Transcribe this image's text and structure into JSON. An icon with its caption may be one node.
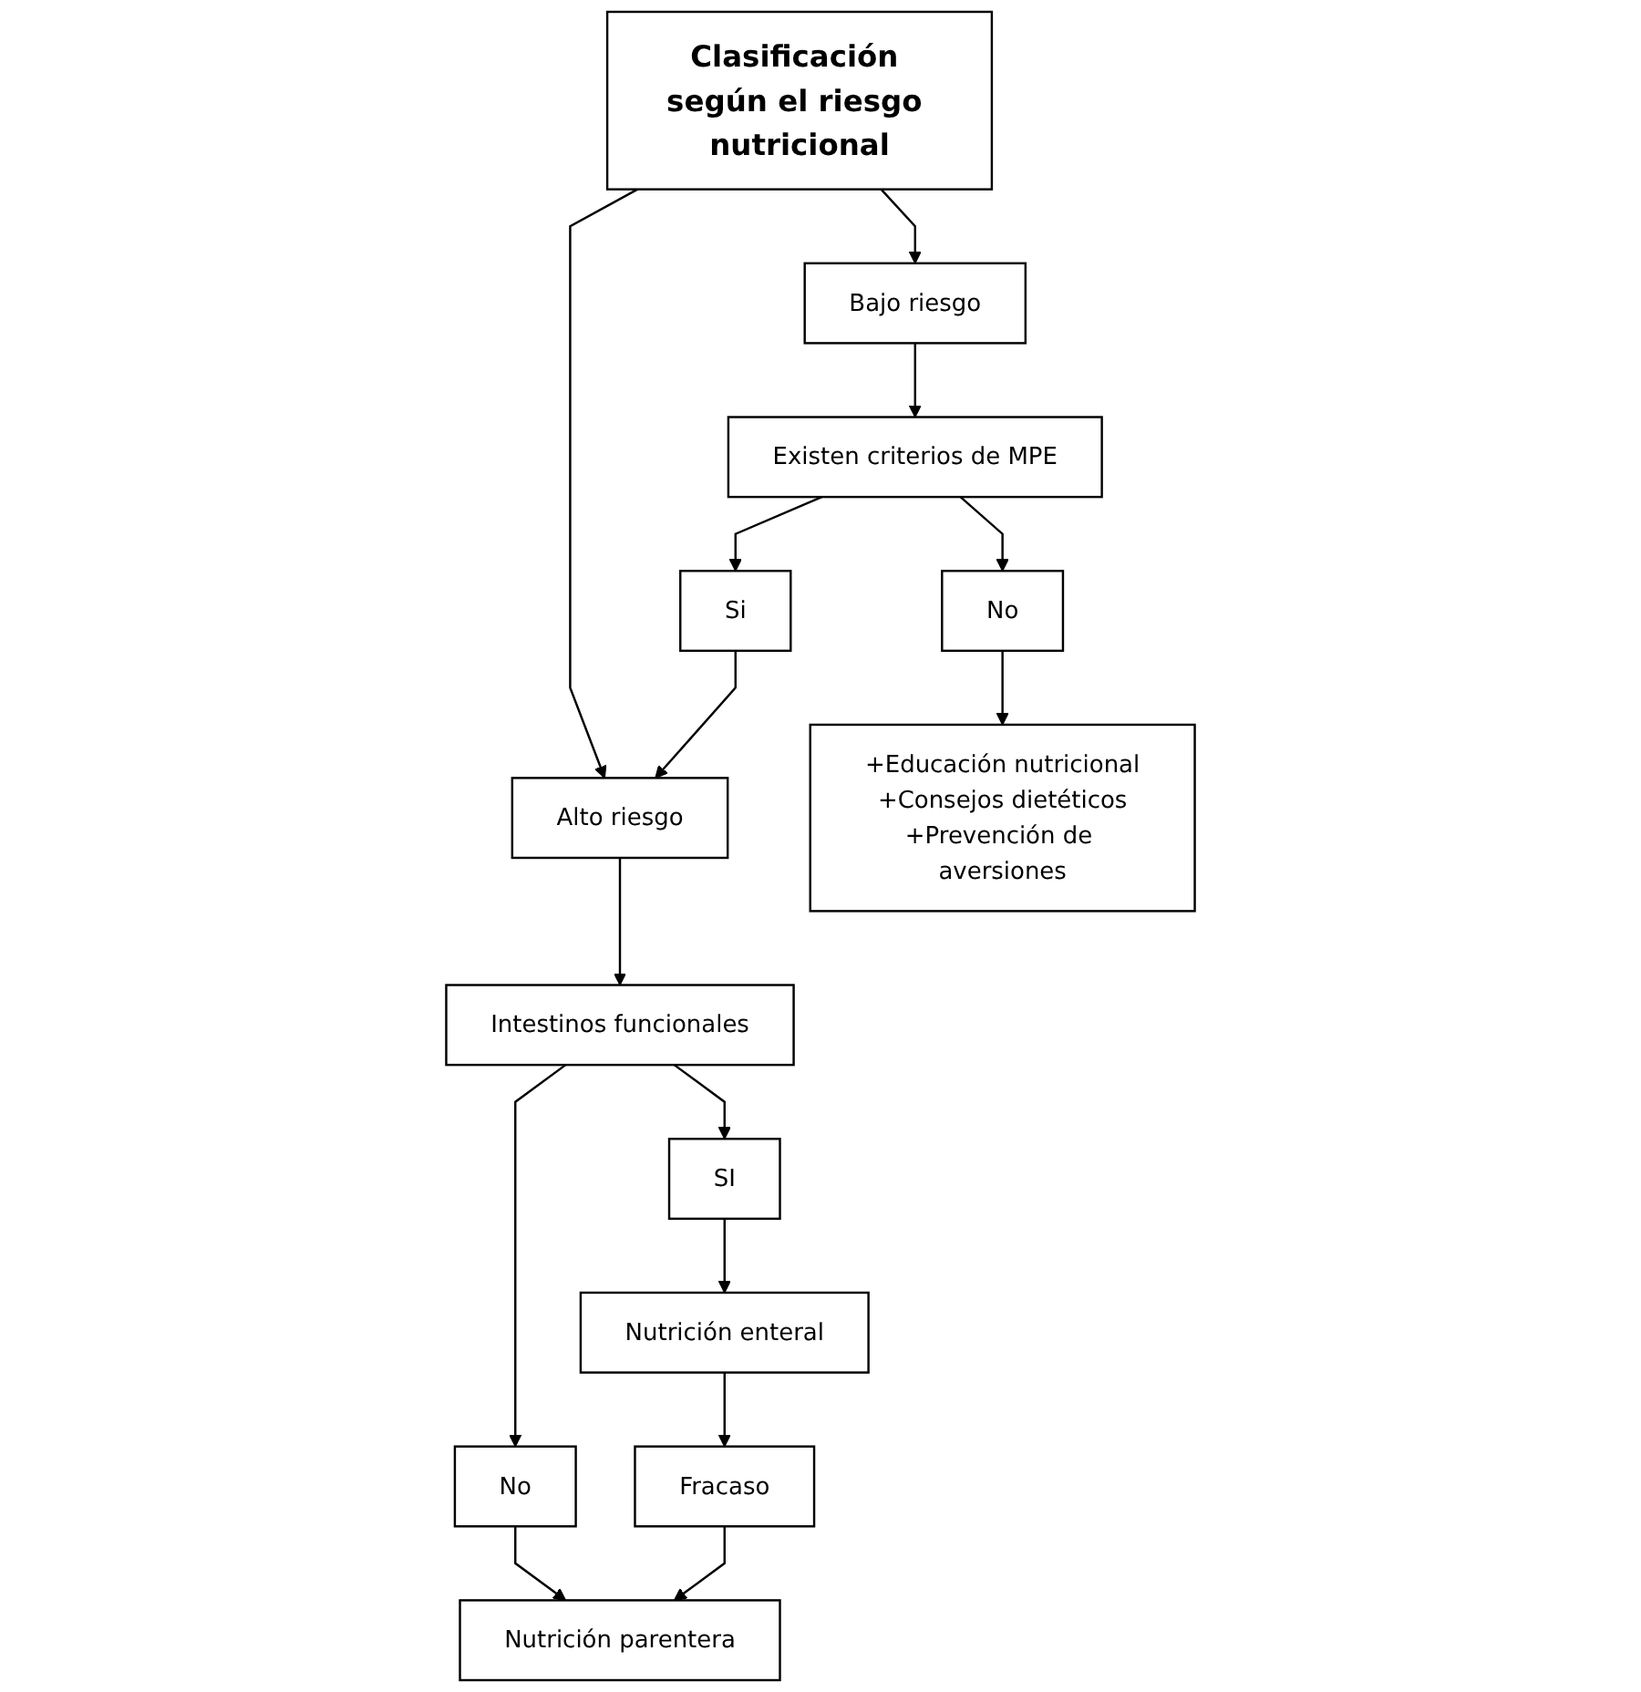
{
  "diagram": {
    "nodes": [
      {
        "text": [
          "Clasificación según el riesgo nutricional"
        ]
      },
      {
        "text": [
          "Alto riesgo"
        ]
      },
      {
        "text": [
          "Bajo riesgo"
        ]
      },
      {
        "text": [
          "Intestinos funcionales"
        ]
      },
      {
        "text": [
          "Existen criterios de MPE"
        ]
      },
      {
        "text": [
          "SI"
        ]
      },
      {
        "text": [
          "No"
        ]
      },
      {
        "text": [
          "Si"
        ]
      },
      {
        "text": [
          "No"
        ]
      },
      {
        "text": [
          "Nutrición enteral"
        ]
      },
      {
        "text": [
          "Nutrición parentera"
        ]
      },
      {
        "text": [
          "+Educación nutricional",
          "+Consejos dietéticos",
          "+Prevención de aversiones"
        ]
      },
      {
        "text": [
          "Fracaso"
        ]
      }
    ],
    "edges": [
      {
        "from": 0,
        "to": 1,
        "arrow": "to"
      },
      {
        "from": 0,
        "to": 2,
        "arrow": "to"
      },
      {
        "from": 1,
        "to": 3,
        "arrow": "to"
      },
      {
        "from": 2,
        "to": 4,
        "arrow": "to"
      },
      {
        "from": 3,
        "to": 5,
        "arrow": "to"
      },
      {
        "from": 3,
        "to": 6,
        "arrow": "to"
      },
      {
        "from": 4,
        "to": 7,
        "arrow": "to"
      },
      {
        "from": 4,
        "to": 8,
        "arrow": "to"
      },
      {
        "from": 7,
        "to": 1,
        "arrow": "to"
      },
      {
        "from": 5,
        "to": 9,
        "arrow": "to"
      },
      {
        "from": 6,
        "to": 10,
        "arrow": "to"
      },
      {
        "from": 8,
        "to": 11,
        "arrow": "to"
      },
      {
        "from": 9,
        "to": 12,
        "arrow": "to"
      },
      {
        "from": 12,
        "to": 10,
        "arrow": "to"
      }
    ]
  }
}
